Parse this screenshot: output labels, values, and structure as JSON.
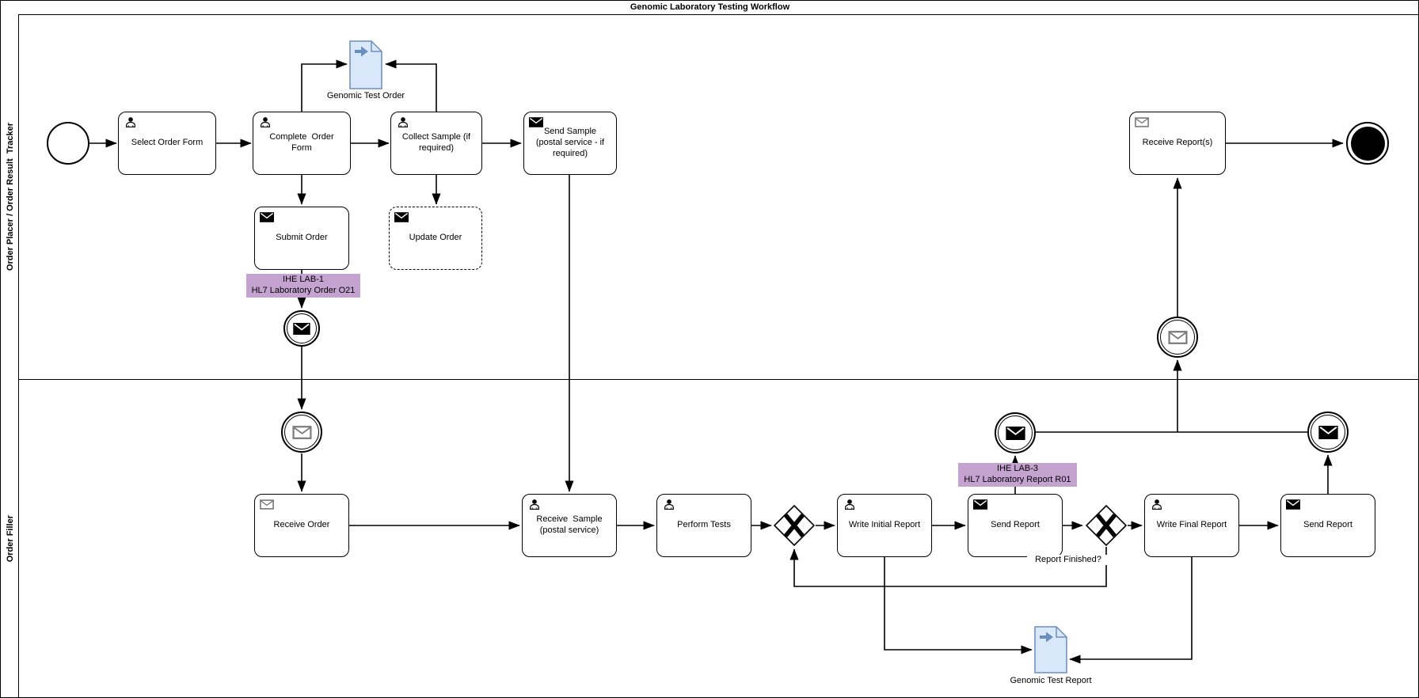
{
  "pool": {
    "title": "Genomic Laboratory Testing Workflow",
    "lanes": [
      {
        "label": "Order Placer / Order Result  Tracker"
      },
      {
        "label": "Order Filler"
      }
    ]
  },
  "tasks": {
    "select_order_form": {
      "label": "Select Order Form"
    },
    "complete_order_form": {
      "label": "Complete  Order Form"
    },
    "collect_sample": {
      "label": "Collect Sample (if required)"
    },
    "send_sample": {
      "label": "Send Sample (postal service - if required)"
    },
    "submit_order": {
      "label": "Submit Order"
    },
    "update_order": {
      "label": "Update Order"
    },
    "receive_reports": {
      "label": "Receive Report(s)"
    },
    "receive_order": {
      "label": "Receive Order"
    },
    "receive_sample": {
      "label": "Receive  Sample (postal service)"
    },
    "perform_tests": {
      "label": "Perform Tests"
    },
    "write_initial_report": {
      "label": "Write Initial Report"
    },
    "send_report_1": {
      "label": "Send Report"
    },
    "write_final_report": {
      "label": "Write Final Report"
    },
    "send_report_2": {
      "label": "Send Report"
    }
  },
  "artifacts": {
    "genomic_test_order": {
      "label": "Genomic Test Order"
    },
    "genomic_test_report": {
      "label": "Genomic Test Report"
    }
  },
  "annotations": {
    "ihe_lab1": {
      "line1": "IHE LAB-1",
      "line2": "HL7 Laboratory Order O21"
    },
    "ihe_lab3": {
      "line1": "IHE LAB-3",
      "line2": "HL7 Laboratory Report R01"
    },
    "report_finished": {
      "label": "Report Finished?"
    }
  },
  "colors": {
    "data_object_fill": "#dae8fc",
    "data_object_stroke": "#6c8ebf",
    "annotation_bg": "#c5a3d1",
    "diagram_line": "#000000",
    "background": "#ffffff"
  }
}
